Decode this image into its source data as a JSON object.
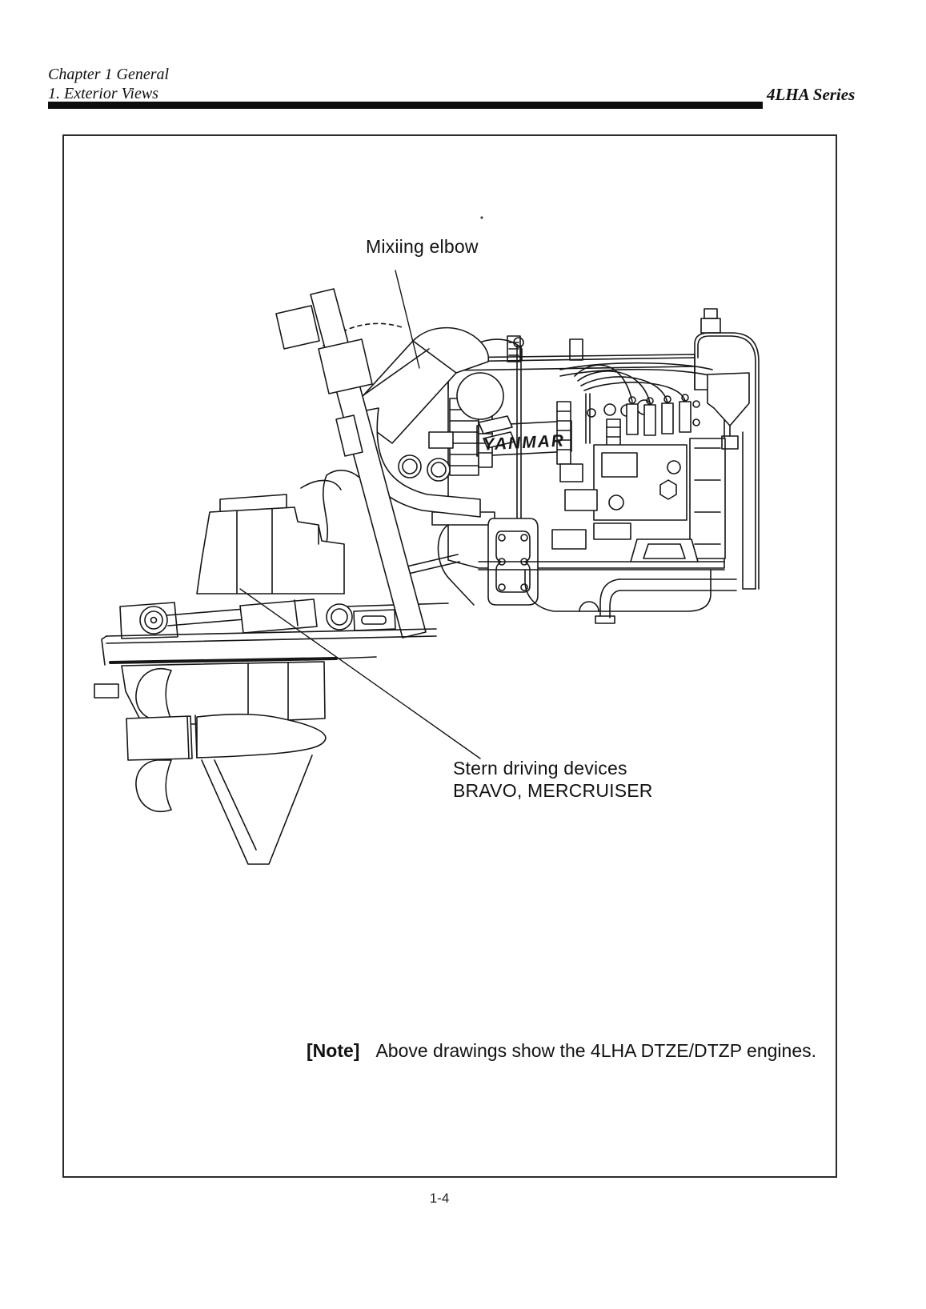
{
  "header": {
    "chapter": "Chapter 1 General",
    "section": "1. Exterior Views",
    "series": "4LHA Series"
  },
  "figure": {
    "mixing_elbow_label": "Mixiing elbow",
    "stern_label_line1": "Stern driving devices",
    "stern_label_line2": "BRAVO, MERCRUISER",
    "engine_brand": "YANMAR"
  },
  "note": {
    "prefix": "[Note]",
    "text": "Above drawings show the 4LHA DTZE/DTZP engines."
  },
  "footer": {
    "page_number": "1-4"
  },
  "colors": {
    "ink": "#161616",
    "paper": "#ffffff",
    "rule": "#0d0d0d"
  }
}
